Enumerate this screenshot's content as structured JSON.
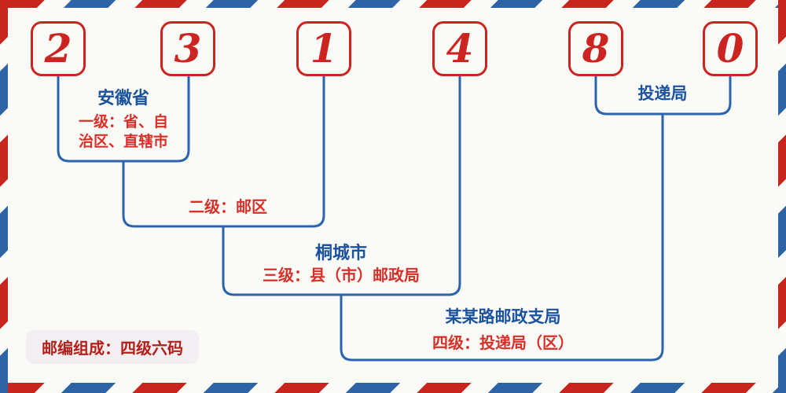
{
  "postal_code": {
    "digits": [
      "2",
      "3",
      "1",
      "4",
      "8",
      "0"
    ]
  },
  "labels": {
    "level1_name": "安徽省",
    "level1_desc_line1": "一级：省、自",
    "level1_desc_line2": "治区、直辖市",
    "level2_desc": "二级：邮区",
    "level3_name": "桐城市",
    "level3_desc": "三级：县（市）邮政局",
    "level4_name": "某某路邮政支局",
    "level4_desc": "四级：投递局（区）",
    "delivery_office": "投递局",
    "composition": "邮编组成：四级六码"
  },
  "colors": {
    "stripe_red": "#c8251f",
    "stripe_blue": "#2e63a6",
    "digit_red": "#cc2420",
    "text_blue": "#1b529e",
    "text_red": "#da2f28",
    "line_blue": "#2b64ac",
    "badge_bg": "#f2eef2",
    "badge_text": "#b3201a",
    "background": "#fafaf7"
  }
}
